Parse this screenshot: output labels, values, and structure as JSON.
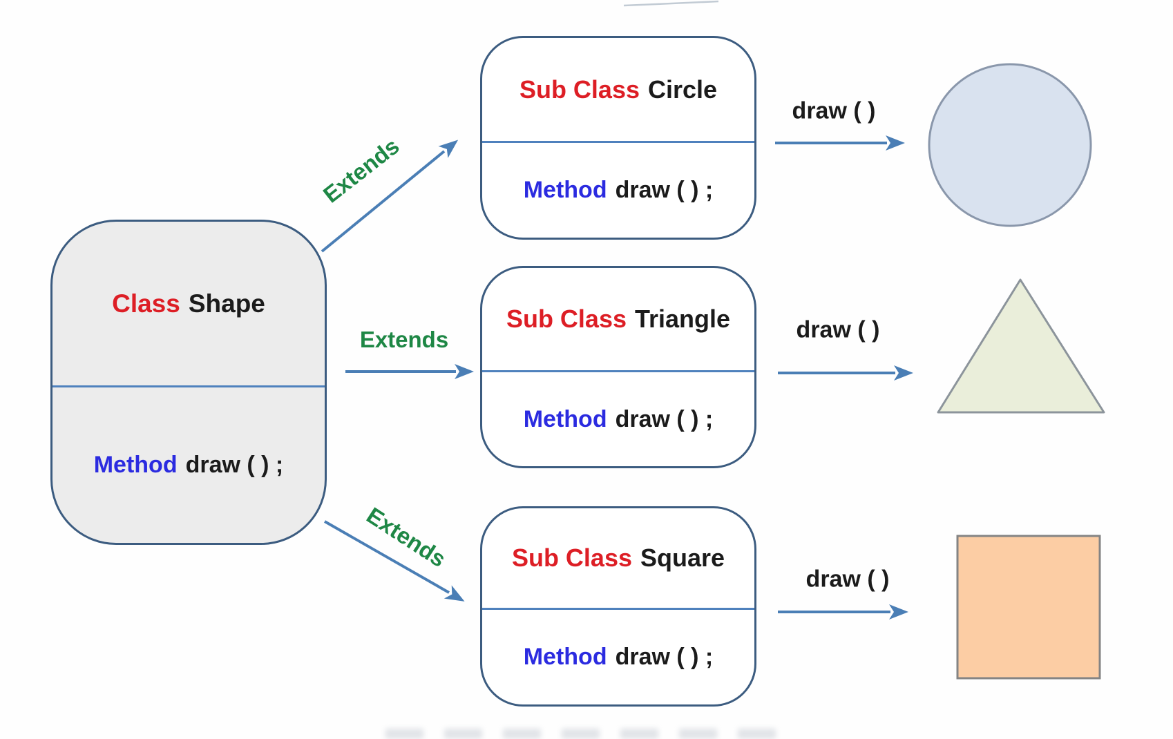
{
  "diagram": {
    "base_class": {
      "keyword": "Class",
      "name": "Shape",
      "method_keyword": "Method",
      "method_signature": "draw ( ) ;"
    },
    "subclasses": [
      {
        "keyword": "Sub Class",
        "name": "Circle",
        "method_keyword": "Method",
        "method_signature": "draw ( ) ;",
        "relation_label": "Extends",
        "call_label": "draw ( )",
        "result_shape": "circle"
      },
      {
        "keyword": "Sub Class",
        "name": "Triangle",
        "method_keyword": "Method",
        "method_signature": "draw ( ) ;",
        "relation_label": "Extends",
        "call_label": "draw ( )",
        "result_shape": "triangle"
      },
      {
        "keyword": "Sub Class",
        "name": "Square",
        "method_keyword": "Method",
        "method_signature": "draw ( ) ;",
        "relation_label": "Extends",
        "call_label": "draw ( )",
        "result_shape": "square"
      }
    ],
    "colors": {
      "class_keyword_red": "#dd1e25",
      "method_keyword_blue": "#2b2be0",
      "extends_green": "#1e8745",
      "box_border_blue": "#3c5c80",
      "divider_blue": "#4f81bd",
      "arrow_blue": "#4a7eb5",
      "text_ink": "#1b1b1b",
      "base_class_fill": "#ececec",
      "subclass_fill": "#ffffff",
      "circle_fill": "#d9e2ef",
      "circle_stroke": "#8a97ab",
      "triangle_fill": "#eaeeda",
      "triangle_stroke": "#8c949b",
      "square_fill": "#fccda4",
      "square_stroke": "#848484"
    }
  }
}
